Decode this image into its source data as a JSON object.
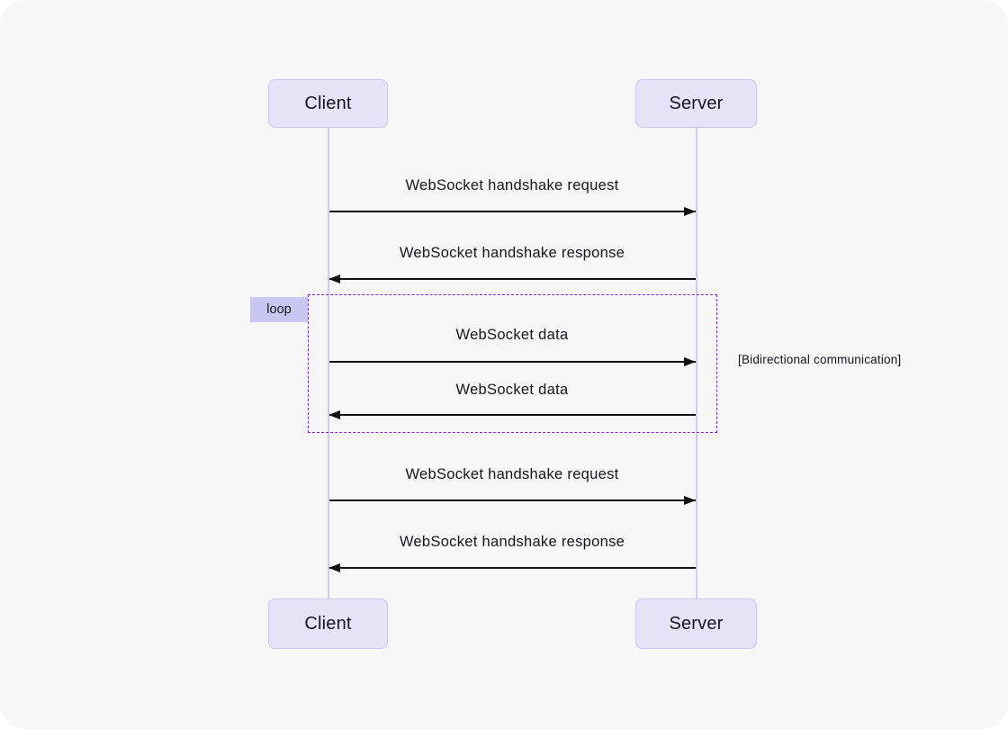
{
  "diagram": {
    "type": "sequence",
    "actors": [
      {
        "id": "client",
        "label": "Client"
      },
      {
        "id": "server",
        "label": "Server"
      }
    ],
    "messages": [
      {
        "from": "client",
        "to": "server",
        "label": "WebSocket handshake request",
        "in_loop": false
      },
      {
        "from": "server",
        "to": "client",
        "label": "WebSocket handshake response",
        "in_loop": false
      },
      {
        "from": "client",
        "to": "server",
        "label": "WebSocket data",
        "in_loop": true
      },
      {
        "from": "server",
        "to": "client",
        "label": "WebSocket data",
        "in_loop": true
      },
      {
        "from": "client",
        "to": "server",
        "label": "WebSocket handshake request",
        "in_loop": false
      },
      {
        "from": "server",
        "to": "client",
        "label": "WebSocket handshake response",
        "in_loop": false
      }
    ],
    "loop": {
      "label": "loop",
      "condition": "[Bidirectional communication]"
    },
    "colors": {
      "canvas_bg": "#f6f6f7",
      "actor_fill": "#e6e3f8",
      "actor_border": "#c9c5ef",
      "lifeline": "#ccccf2",
      "loop_badge_fill": "#cbc5f1",
      "loop_border": "#7627e0",
      "arrow": "#111111",
      "text": "#17161d"
    }
  }
}
